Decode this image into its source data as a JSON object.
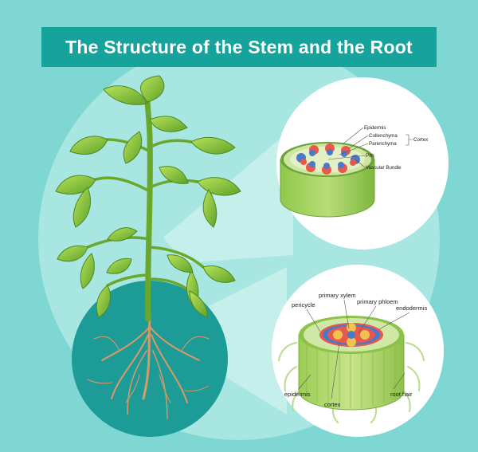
{
  "title": "The Structure of the Stem and the Root",
  "stem_labels": {
    "epidermis": "Epidermis",
    "collenchyma": "Collenchyma",
    "parenchyma": "Parenchyma",
    "cortex": "Cortex",
    "pith": "Pith",
    "vascular_bundle": "Vascular Bundle"
  },
  "root_labels": {
    "primary_xylem": "primary xylem",
    "primary_phloem": "primary phloem",
    "pericycle": "pericycle",
    "endodermis": "endodermis",
    "epidermis": "epidermis",
    "cortex": "cortex",
    "root_hair": "root hair"
  },
  "colors": {
    "background": "#7fd7d3",
    "title_bar": "#16a39b",
    "big_circle": "#a8e6e2",
    "soil_circle": "#1d9b97",
    "leaf": "#8cc63f",
    "stem_tissue": "#c5e08a",
    "xylem": "#e8584d",
    "phloem": "#4a79c9"
  }
}
